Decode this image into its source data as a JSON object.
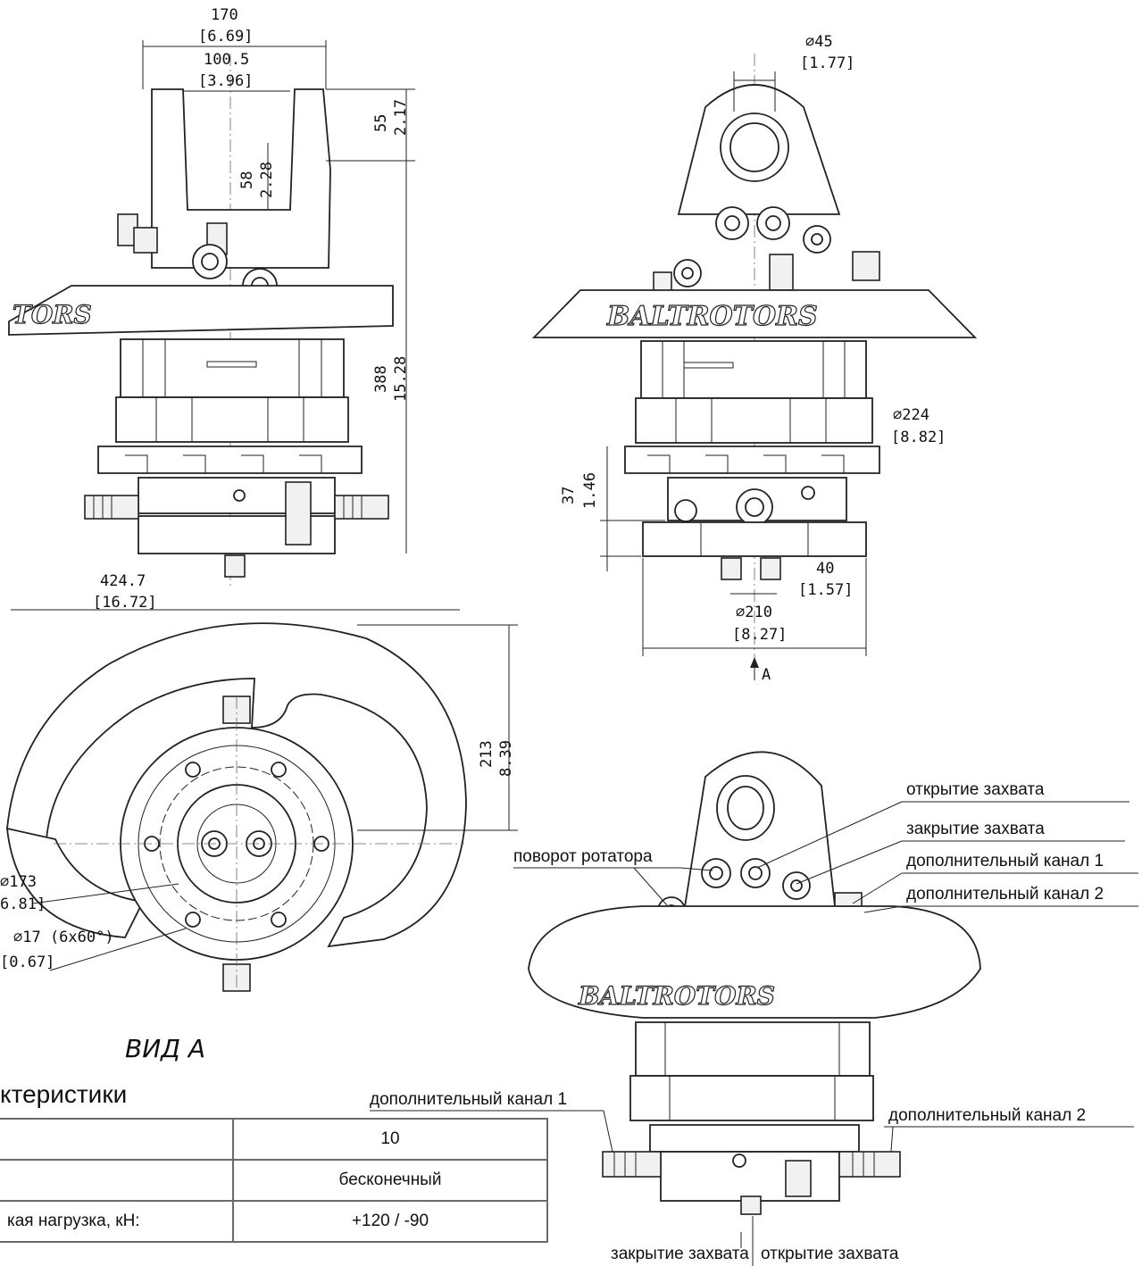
{
  "dimensions": {
    "front_width": "170",
    "front_width_in": "[6.69]",
    "front_inner_width": "100.5",
    "front_inner_width_in": "[3.96]",
    "front_top": "55",
    "front_top_in": "2.17",
    "front_slot": "58",
    "front_slot_in": "2.28",
    "front_height": "388",
    "front_height_in": "15.28",
    "front_flange_width": "424.7",
    "front_flange_width_in": "[16.72]",
    "side_pin_dia": "∅45",
    "side_pin_dia_in": "[1.77]",
    "side_body_dia": "∅224",
    "side_body_dia_in": "[8.82]",
    "side_base_h": "37",
    "side_base_h_in": "1.46",
    "side_ports": "40",
    "side_ports_in": "[1.57]",
    "side_base_dia": "∅210",
    "side_base_dia_in": "[8.27]",
    "view_marker": "A",
    "bottom_depth": "213",
    "bottom_depth_in": "8.39",
    "bottom_bolt_circle": "∅173",
    "bottom_bolt_circle_in": "6.81]",
    "bottom_holes": "∅17  (6x60°)",
    "bottom_holes_in": "[0.67]"
  },
  "brand": {
    "flange_text_right": "BALTROTORS",
    "flange_text_left": "TORS",
    "flange_text_iso": "BALTROTORS"
  },
  "port_labels": {
    "gripper_open": "открытие захвата",
    "gripper_close": "закрытие захвата",
    "rotation": "поворот ротатора",
    "aux1": "дополнительный канал 1",
    "aux2": "дополнительный канал 2",
    "aux1_lower": "дополнительный канал 1",
    "aux2_lower": "дополнительный канал 2",
    "bottom_close": "закрытие захвата",
    "bottom_open": "открытие захвата"
  },
  "view_title": "ВИД А",
  "specs": {
    "title": "ктеристики",
    "rows": [
      {
        "key": "",
        "value": "10"
      },
      {
        "key": "",
        "value": "бесконечный"
      },
      {
        "key": "кая нагрузка, кН:",
        "value": "+120 / -90"
      }
    ]
  }
}
